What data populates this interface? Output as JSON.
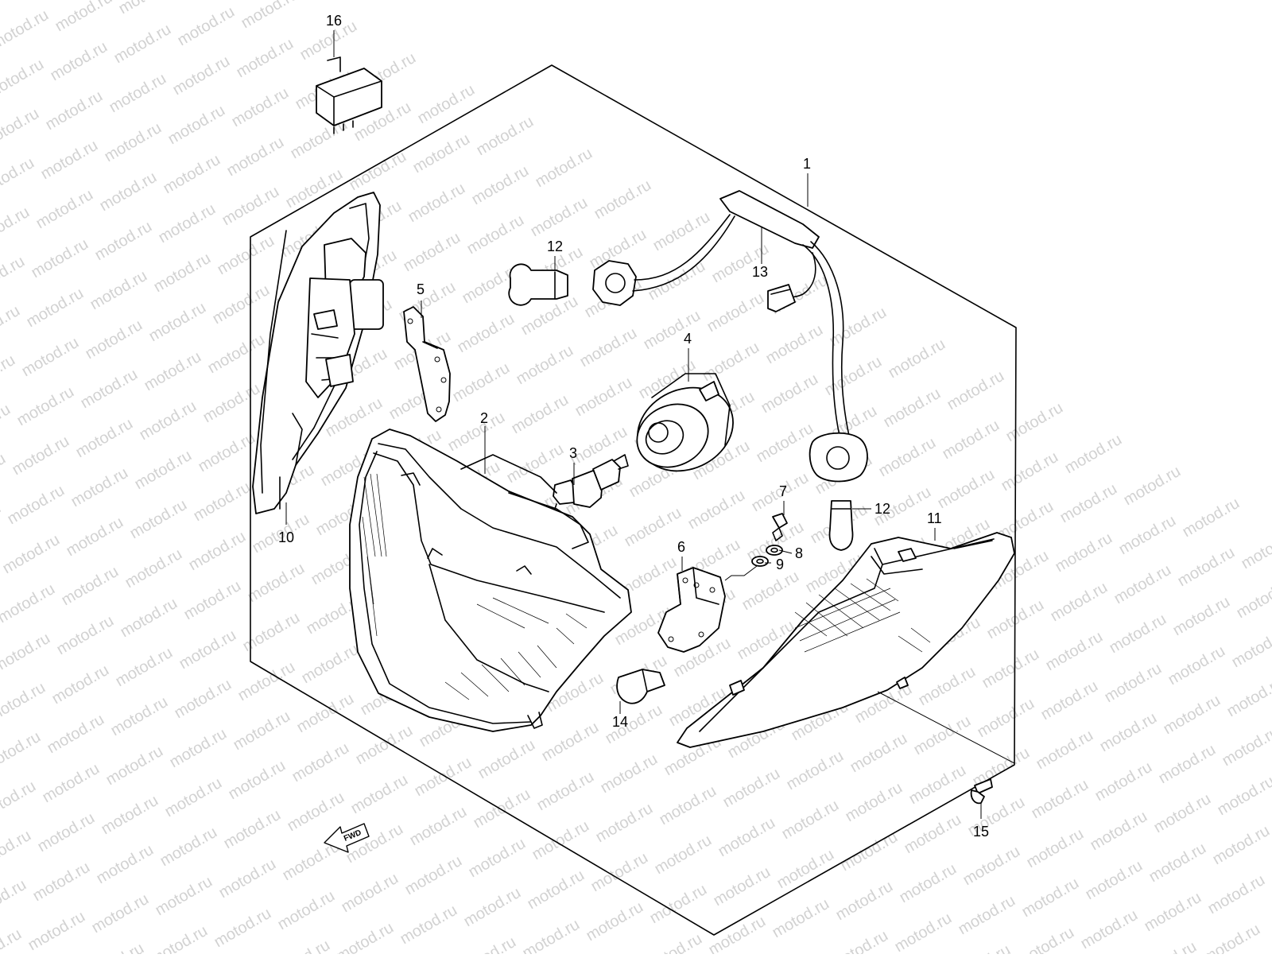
{
  "watermark": {
    "text": "motod.ru"
  },
  "fwd_label": "FWD",
  "callouts": [
    {
      "id": "callout-1",
      "label": "1"
    },
    {
      "id": "callout-2",
      "label": "2"
    },
    {
      "id": "callout-3",
      "label": "3"
    },
    {
      "id": "callout-4",
      "label": "4"
    },
    {
      "id": "callout-5",
      "label": "5"
    },
    {
      "id": "callout-6",
      "label": "6"
    },
    {
      "id": "callout-7",
      "label": "7"
    },
    {
      "id": "callout-8",
      "label": "8"
    },
    {
      "id": "callout-9",
      "label": "9"
    },
    {
      "id": "callout-10",
      "label": "10"
    },
    {
      "id": "callout-11",
      "label": "11"
    },
    {
      "id": "callout-12a",
      "label": "12"
    },
    {
      "id": "callout-12b",
      "label": "12"
    },
    {
      "id": "callout-13",
      "label": "13"
    },
    {
      "id": "callout-14",
      "label": "14"
    },
    {
      "id": "callout-15",
      "label": "15"
    },
    {
      "id": "callout-16",
      "label": "16"
    }
  ]
}
